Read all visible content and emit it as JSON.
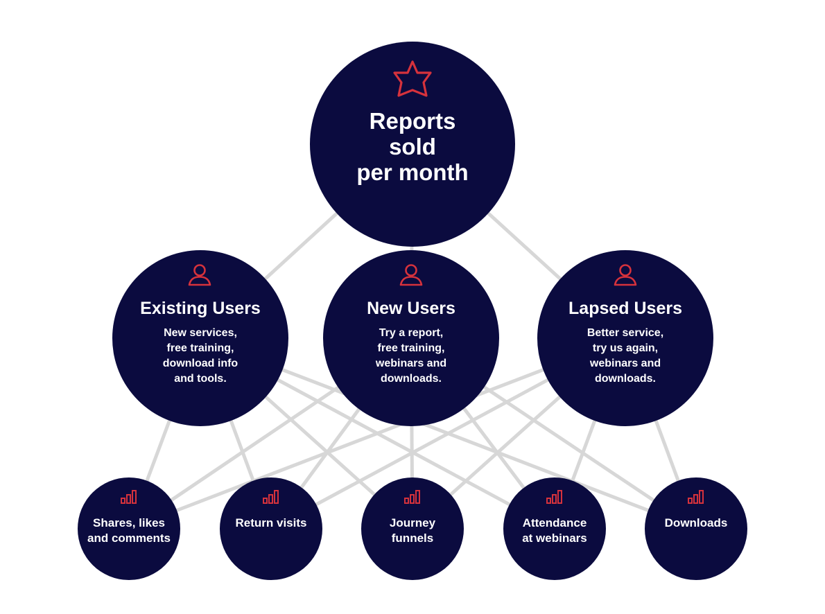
{
  "colors": {
    "node_fill": "#0b0b3f",
    "accent": "#d6323c",
    "connector": "#d7d7d7",
    "background": "#ffffff",
    "text": "#ffffff"
  },
  "root": {
    "label": "Reports\nsold\nper month",
    "icon": "star-icon"
  },
  "segments": [
    {
      "title": "Existing Users",
      "description": "New services,\nfree training,\ndownload info\nand tools.",
      "icon": "user-icon"
    },
    {
      "title": "New Users",
      "description": "Try a report,\nfree training,\nwebinars and\ndownloads.",
      "icon": "user-icon"
    },
    {
      "title": "Lapsed Users",
      "description": "Better service,\ntry us again,\nwebinars and\ndownloads.",
      "icon": "user-icon"
    }
  ],
  "metrics": [
    {
      "label": "Shares, likes\nand comments",
      "icon": "bar-chart-icon"
    },
    {
      "label": "Return visits",
      "icon": "bar-chart-icon"
    },
    {
      "label": "Journey\nfunnels",
      "icon": "bar-chart-icon"
    },
    {
      "label": "Attendance\nat webinars",
      "icon": "bar-chart-icon"
    },
    {
      "label": "Downloads",
      "icon": "bar-chart-icon"
    }
  ]
}
